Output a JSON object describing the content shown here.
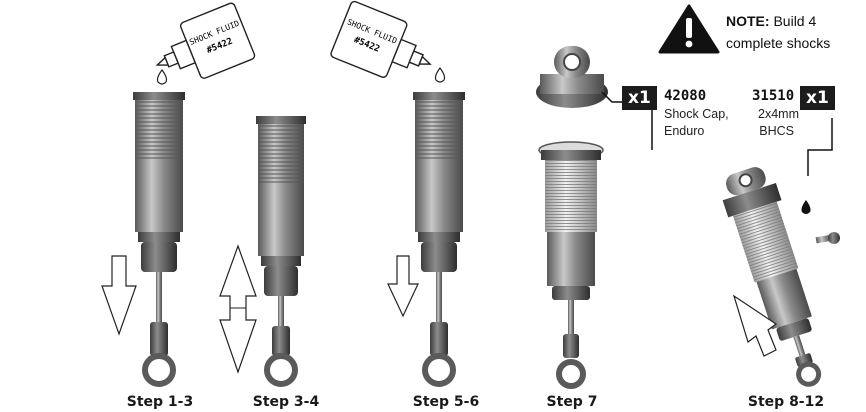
{
  "bottle_left": {
    "line1": "SHOCK FLUID",
    "line2": "#5422"
  },
  "bottle_right": {
    "line1": "SHOCK FLUID",
    "line2": "#5422"
  },
  "note": {
    "label": "NOTE:",
    "text_1": "Build 4",
    "text_2": "complete shocks"
  },
  "parts": {
    "shock_cap": {
      "qty": "x1",
      "number": "42080",
      "desc_1": "Shock Cap,",
      "desc_2": "Enduro"
    },
    "screw": {
      "qty": "x1",
      "number": "31510",
      "desc_1": "2x4mm",
      "desc_2": "BHCS"
    }
  },
  "steps": [
    "Step 1-3",
    "Step 3-4",
    "Step 5-6",
    "Step 7",
    "Step 8-12"
  ],
  "colors": {
    "body_dark": "#6e6e6e",
    "body_light": "#bdbdbd",
    "badge": "#1c1c1c"
  }
}
